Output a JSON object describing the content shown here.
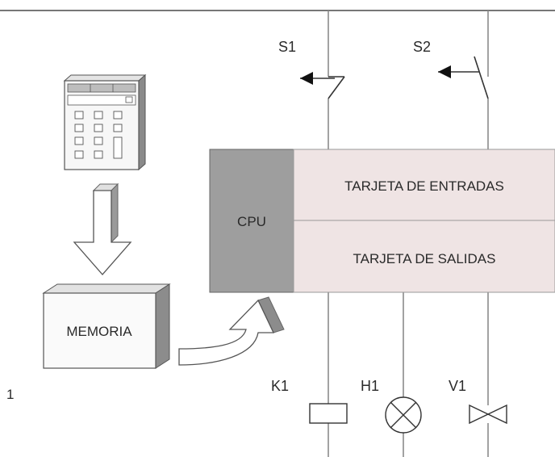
{
  "labels": {
    "s1": "S1",
    "s2": "S2",
    "cpu": "CPU",
    "input_card": "TARJETA DE ENTRADAS",
    "output_card": "TARJETA DE SALIDAS",
    "memory": "MEMORIA",
    "k1": "K1",
    "h1": "H1",
    "v1": "V1",
    "figure_number": "1"
  },
  "icons": {
    "programmer": "keypad-programmer-icon",
    "contact_s1": "normally-closed-contact-icon",
    "contact_s2": "normally-open-contact-icon",
    "relay_k1": "relay-coil-icon",
    "lamp_h1": "lamp-icon",
    "valve_v1": "valve-icon"
  },
  "colors": {
    "cpu_fill": "#9e9e9e",
    "card_fill": "#efe4e4",
    "line": "#6a6a6a"
  }
}
